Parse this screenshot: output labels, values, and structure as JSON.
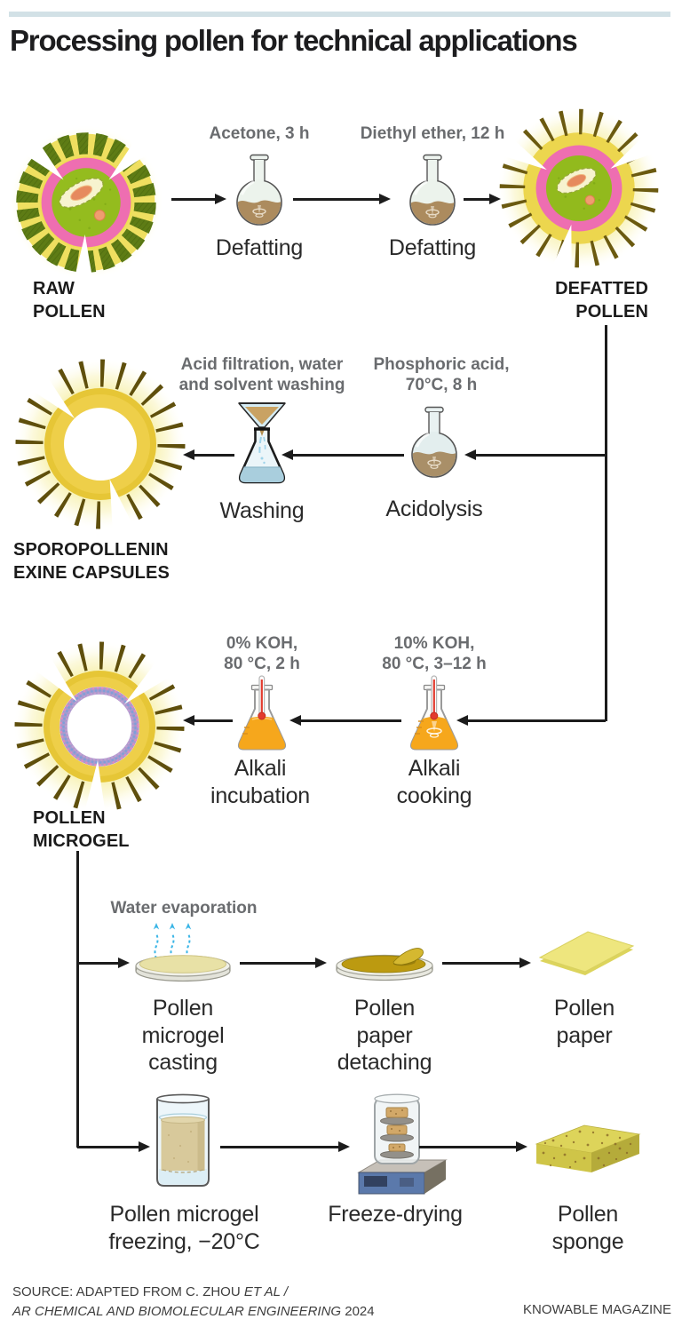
{
  "header": {
    "title": "Processing pollen for technical applications"
  },
  "products": {
    "raw_pollen": {
      "label": "RAW\nPOLLEN"
    },
    "defatted_pollen": {
      "label": "DEFATTED\nPOLLEN"
    },
    "sporopollenin": {
      "label": "SPOROPOLLENIN\nEXINE CAPSULES"
    },
    "pollen_microgel": {
      "label": "POLLEN\nMICROGEL"
    },
    "pollen_paper": {
      "label": "Pollen\npaper"
    },
    "pollen_sponge": {
      "label": "Pollen\nsponge"
    }
  },
  "steps": {
    "defatting_acetone": {
      "condition": "Acetone, 3 h",
      "label": "Defatting"
    },
    "defatting_ether": {
      "condition": "Diethyl ether, 12 h",
      "label": "Defatting"
    },
    "acidolysis": {
      "condition": "Phosphoric acid,\n70°C, 8 h",
      "label": "Acidolysis"
    },
    "washing": {
      "condition": "Acid filtration, water\nand solvent washing",
      "label": "Washing"
    },
    "alkali_cooking": {
      "condition": "10% KOH,\n80 °C, 3–12 h",
      "label": "Alkali\ncooking"
    },
    "alkali_incubation": {
      "condition": "0% KOH,\n80 °C, 2 h",
      "label": "Alkali\nincubation"
    },
    "microgel_casting": {
      "condition": "Water evaporation",
      "label": "Pollen\nmicrogel\ncasting"
    },
    "paper_detaching": {
      "label": "Pollen\npaper\ndetaching"
    },
    "microgel_freezing": {
      "label": "Pollen microgel\nfreezing, −20°C"
    },
    "freeze_drying": {
      "label": "Freeze-drying"
    }
  },
  "footer": {
    "source_prefix": "SOURCE: ADAPTED FROM C. ZHOU ",
    "source_etal": "ET AL /",
    "source_journal": "AR CHEMICAL AND BIOMOLECULAR ENGINEERING",
    "source_year": " 2024",
    "credit": "KNOWABLE MAGAZINE"
  },
  "colors": {
    "top_bar": "#d2e1e6",
    "annotation_gray": "#6a6c6f",
    "text_black": "#1d1d1f",
    "arrow_black": "#1c1c1c",
    "pollen_pink_ring": "#ee6eb1",
    "pollen_green": "#94bc1e",
    "pollen_gold": "#e6c636",
    "alkali_orange": "#f6a71c",
    "liquid_brown": "#ac8b5e",
    "wash_blue": "#a9cedd",
    "evaporation_blue": "#3ab5e6",
    "sponge_yellow": "#d5cc52"
  }
}
